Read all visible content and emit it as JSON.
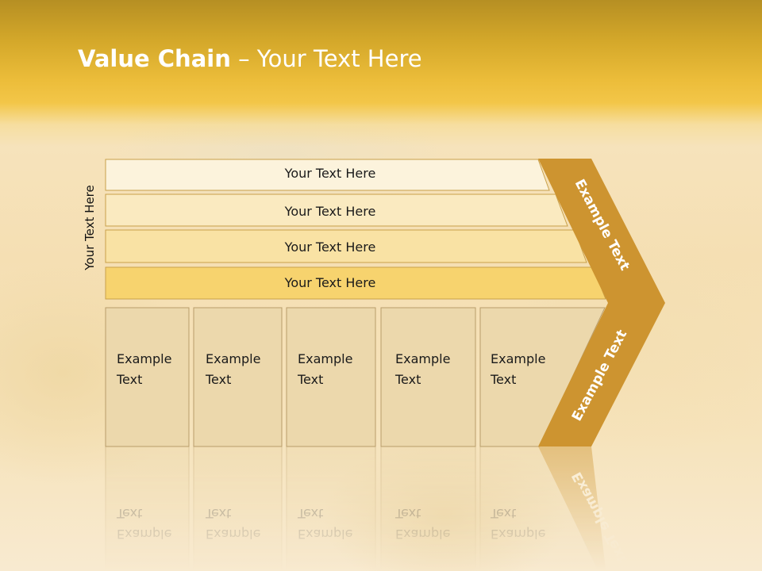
{
  "slide": {
    "title_bold": "Value Chain",
    "title_rest": " – Your Text Here",
    "side_label": "Your Text Here"
  },
  "bars": [
    {
      "label": "Your Text Here",
      "fill": "#fcf3dc"
    },
    {
      "label": "Your Text Here",
      "fill": "#faeac0"
    },
    {
      "label": "Your Text Here",
      "fill": "#f9e2a4"
    },
    {
      "label": "Your Text Here",
      "fill": "#f7d36e"
    }
  ],
  "boxes": [
    {
      "line1": "Example",
      "line2": "Text"
    },
    {
      "line1": "Example",
      "line2": "Text"
    },
    {
      "line1": "Example",
      "line2": "Text"
    },
    {
      "line1": "Example",
      "line2": "Text"
    },
    {
      "line1": "Example",
      "line2": "Text"
    }
  ],
  "arrow": {
    "upper_label": "Example Text",
    "lower_label": "Example Text",
    "fill": "#cd9430"
  },
  "colors": {
    "box_fill": "#ecd8ac",
    "box_stroke": "#b99d6a",
    "bar_stroke": "#c9a04a",
    "text": "#1a1a1a",
    "title": "#ffffff"
  }
}
